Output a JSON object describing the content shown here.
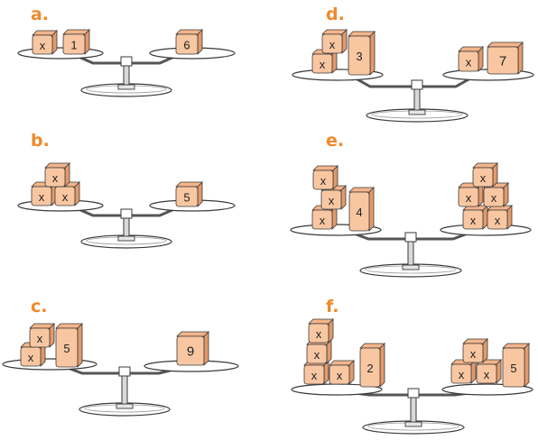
{
  "colors": {
    "label": "#ef8a2a",
    "block_front": "#f8c7a2",
    "block_side": "#e39a6a",
    "block_top": "#f4b48a",
    "outline": "#3a3a3a"
  },
  "panels": [
    {
      "id": "a",
      "label": "a.",
      "left": [
        "x",
        "1"
      ],
      "right": [
        "6"
      ]
    },
    {
      "id": "b",
      "label": "b.",
      "left": [
        "x",
        "x",
        "x"
      ],
      "right": [
        "5"
      ]
    },
    {
      "id": "c",
      "label": "c.",
      "left": [
        "x",
        "x",
        "5"
      ],
      "right": [
        "9"
      ]
    },
    {
      "id": "d",
      "label": "d.",
      "left": [
        "x",
        "x",
        "3"
      ],
      "right": [
        "x",
        "7"
      ]
    },
    {
      "id": "e",
      "label": "e.",
      "left": [
        "x",
        "x",
        "x",
        "4"
      ],
      "right": [
        "x",
        "x",
        "x",
        "x",
        "x"
      ]
    },
    {
      "id": "f",
      "label": "f.",
      "left": [
        "x",
        "x",
        "x",
        "x",
        "2"
      ],
      "right": [
        "x",
        "x",
        "x",
        "5"
      ]
    }
  ]
}
